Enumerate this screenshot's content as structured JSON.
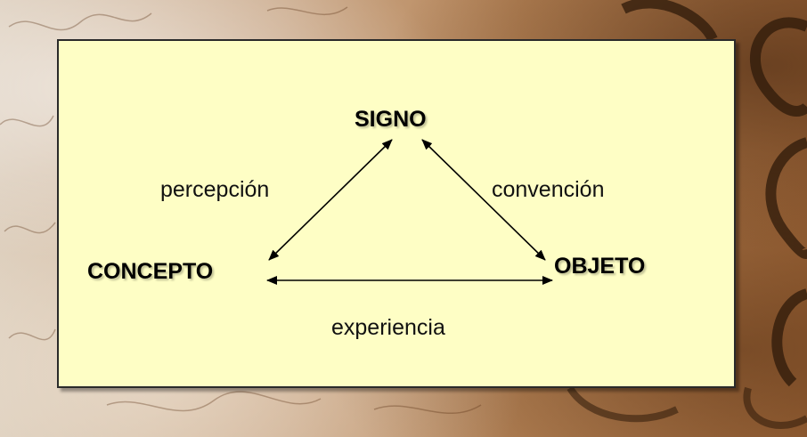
{
  "slide": {
    "nodes": {
      "signo": "SIGNO",
      "concepto": "CONCEPTO",
      "objeto": "OBJETO"
    },
    "edges": {
      "percepcion": "percepción",
      "convencion": "convención",
      "experiencia": "experiencia"
    },
    "colors": {
      "panel_fill": "#fefec5",
      "panel_border": "#2a2a2a",
      "text": "#000000",
      "arrow": "#000000"
    }
  }
}
